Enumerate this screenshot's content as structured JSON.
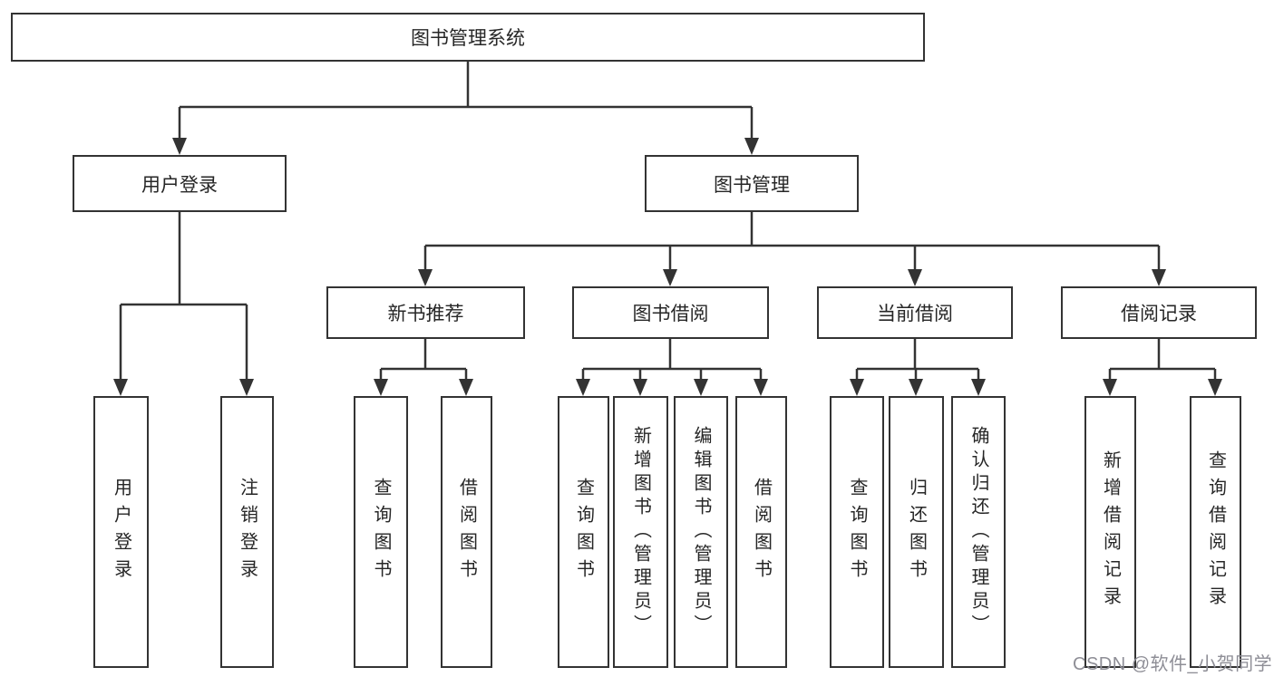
{
  "diagram": {
    "root": {
      "label": "图书管理系统"
    },
    "level2": [
      {
        "label": "用户登录"
      },
      {
        "label": "图书管理"
      }
    ],
    "level3": [
      {
        "label": "新书推荐"
      },
      {
        "label": "图书借阅"
      },
      {
        "label": "当前借阅"
      },
      {
        "label": "借阅记录"
      }
    ],
    "leaves": {
      "user_login": [
        "用户登录",
        "注销登录"
      ],
      "new_books": [
        "查询图书",
        "借阅图书"
      ],
      "book_borrow": [
        "查询图书",
        "新增图书（管理员）",
        "编辑图书（管理员）",
        "借阅图书"
      ],
      "current_borrow": [
        "查询图书",
        "归还图书",
        "确认归还（管理员）"
      ],
      "borrow_records": [
        "新增借阅记录",
        "查询借阅记录"
      ]
    }
  },
  "watermark": {
    "text": "CSDN @软件_小贺同学",
    "color": "#8e8e96"
  },
  "colors": {
    "line": "#333333",
    "box_border": "#333333",
    "text": "#262626",
    "background": "#ffffff"
  }
}
